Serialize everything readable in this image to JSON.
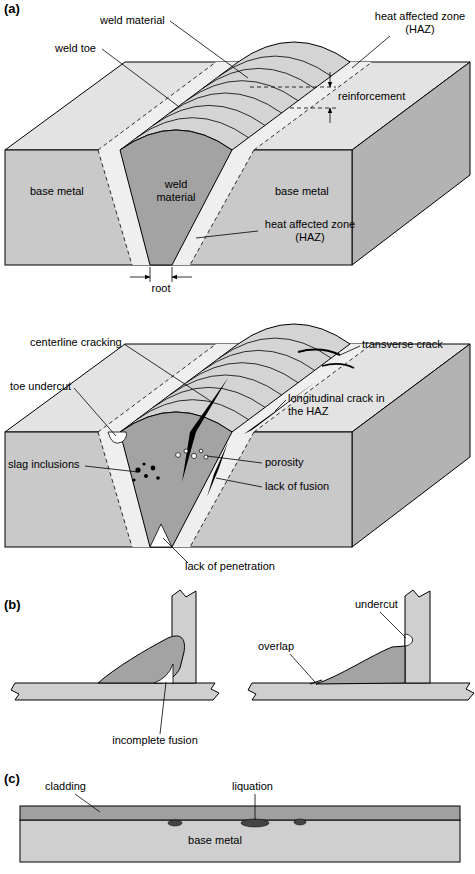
{
  "diagram": {
    "labels": [
      "(a)",
      "weld material",
      "weld toe",
      "heat affected zone (HAZ)",
      "reinforcement",
      "base metal",
      "weld material",
      "base metal",
      "root",
      "heat affected zone (HAZ)",
      "centerline cracking",
      "transverse crack",
      "toe undercut",
      "longitudinal crack in the HAZ",
      "slag inclusions",
      "porosity",
      "lack of fusion",
      "lack of penetration",
      "(b)",
      "incomplete fusion",
      "undercut",
      "overlap",
      "(c)",
      "cladding",
      "liquation",
      "base metal"
    ]
  }
}
